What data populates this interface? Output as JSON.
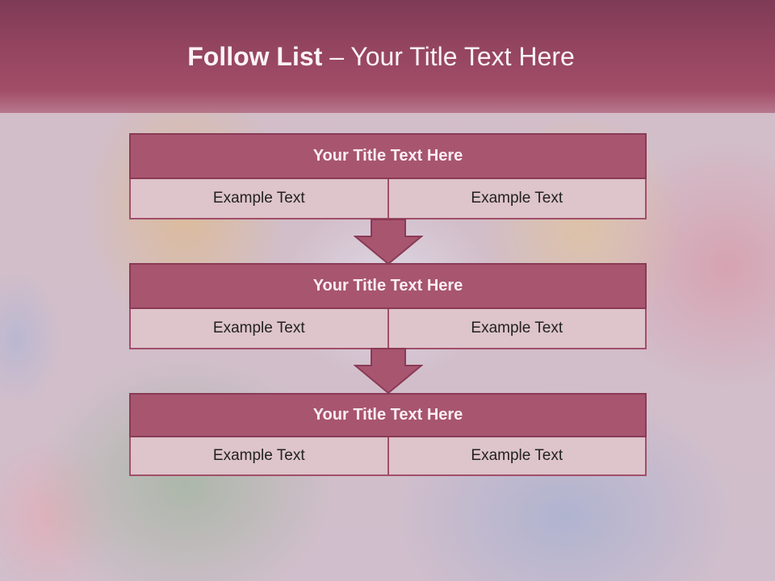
{
  "slide": {
    "title_bold": "Follow List",
    "title_rest": " – Your Title Text Here",
    "blocks": [
      {
        "title": "Your Title Text Here",
        "left": "Example Text",
        "right": "Example Text"
      },
      {
        "title": "Your Title Text Here",
        "left": "Example Text",
        "right": "Example Text"
      },
      {
        "title": "Your Title Text Here",
        "left": "Example Text",
        "right": "Example Text"
      }
    ]
  },
  "colors": {
    "header": "#93445f",
    "block_title": "#a85570",
    "cell": "#dec4cb",
    "border": "#8a3a56"
  }
}
